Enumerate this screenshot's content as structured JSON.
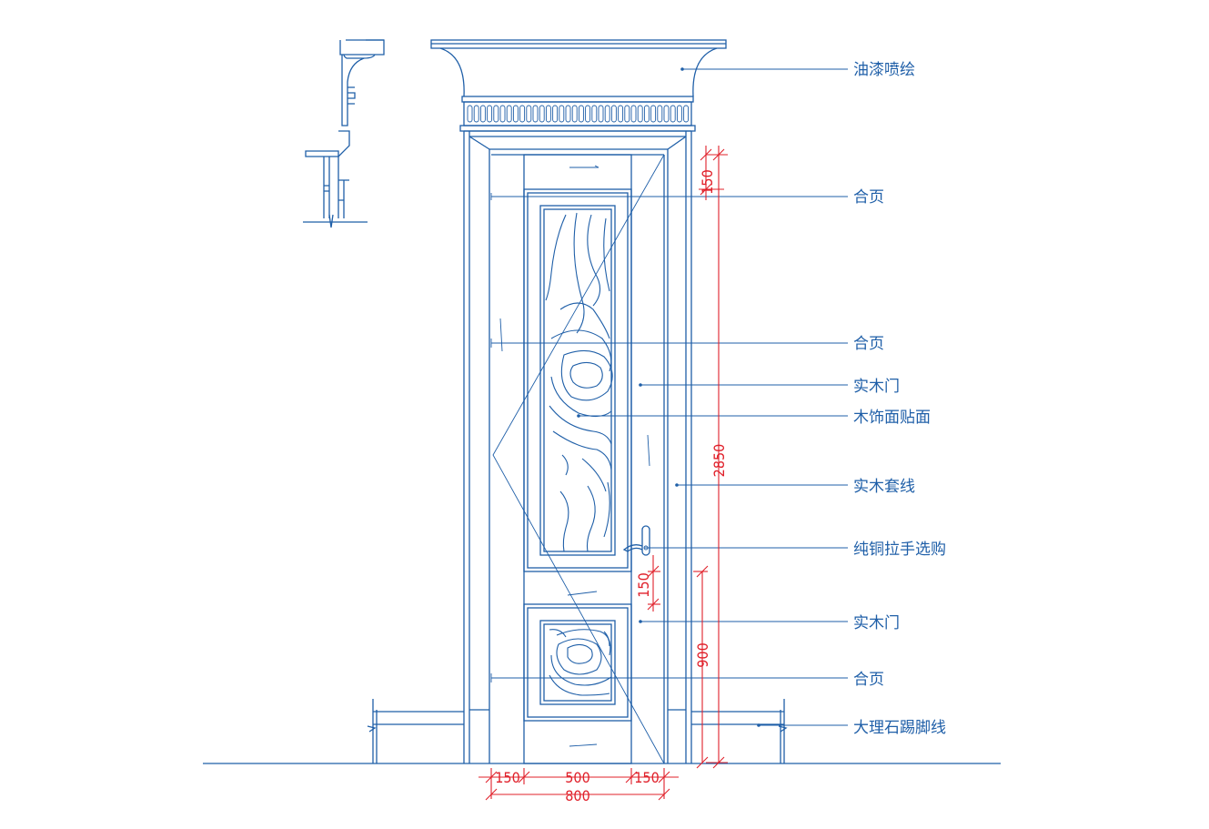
{
  "labels": {
    "paint": "油漆喷绘",
    "hinge_top": "合页",
    "hinge_mid": "合页",
    "solid_door_upper": "实木门",
    "veneer": "木饰面贴面",
    "frame_trim": "实木套线",
    "handle": "纯铜拉手选购",
    "solid_door_lower": "实木门",
    "hinge_bottom": "合页",
    "baseboard": "大理石踢脚线"
  },
  "dimensions": {
    "top_rail": "150",
    "total_height": "2850",
    "mid_rail": "150",
    "handle_height": "900",
    "stile_left": "150",
    "panel_width": "500",
    "stile_right": "150",
    "total_width": "800"
  },
  "colors": {
    "linework": "#1f5fa8",
    "dimension": "#e0202a",
    "background": "#ffffff"
  }
}
